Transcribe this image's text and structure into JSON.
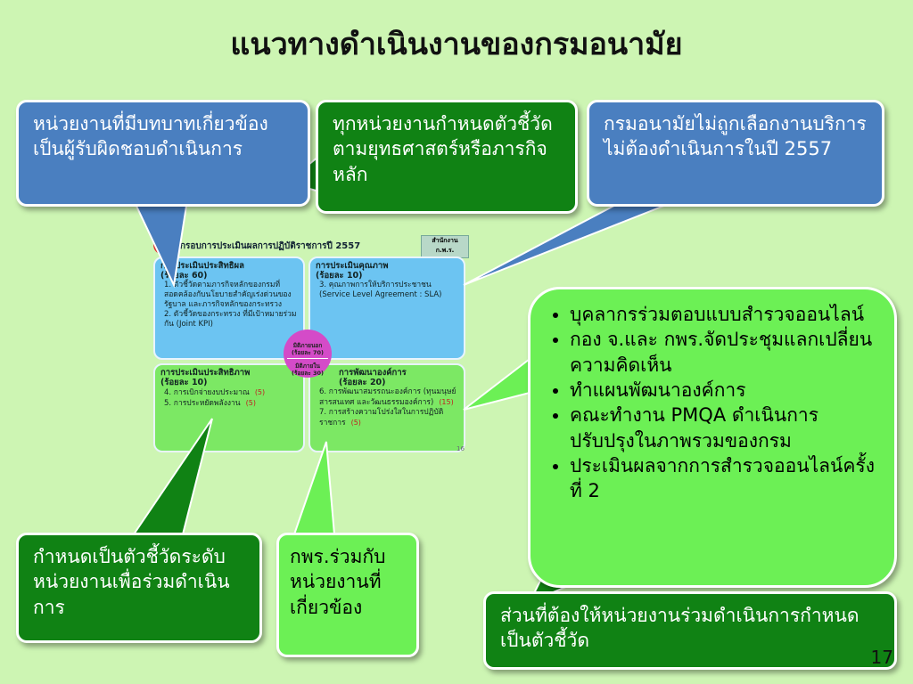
{
  "title": "แนวทางดำเนินงานของกรมอนามัย",
  "callouts": {
    "responsible": "หน่วยงานที่มีบทบาทเกี่ยวข้องเป็นผู้รับผิดชอบดำเนินการ",
    "all_units": "ทุกหน่วยงานกำหนดตัวชี้วัดตามยุทธศาสตร์หรือภารกิจหลัก",
    "not_selected": "กรมอนามัยไม่ถูกเลือกงานบริการ ไม่ต้องดำเนินการในปี 2557",
    "unit_level": "กำหนดเป็นตัวชี้วัดระดับหน่วยงานเพื่อร่วมดำเนินการ",
    "opdc_with": "กพร.ร่วมกับหน่วยงานที่เกี่ยวข้อง",
    "bullets": [
      "บุคลากรร่วมตอบแบบสำรวจออนไลน์",
      "กอง จ.และ กพร.จัดประชุมแลกเปลี่ยนความคิดเห็น",
      "ทำแผนพัฒนาองค์การ",
      "คณะทำงาน PMQA ดำเนินการปรับปรุงในภาพรวมของกรม",
      "ประเมินผลจากการสำรวจออนไลน์ครั้งที่ 2"
    ],
    "participate": "ส่วนที่ต้องให้หน่วยงานร่วมดำเนินการกำหนดเป็นตัวชี้วัด"
  },
  "thumbnail": {
    "badge": "2",
    "header": "กรอบการประเมินผลการปฏิบัติราชการปี 2557",
    "office": "สำนักงาน ก.พ.ร.",
    "effectiveness": {
      "heading": "การประเมินประสิทธิผล",
      "weight": "(ร้อยละ 60)",
      "items": [
        "1. ตัวชี้วัดตามภารกิจหลักของกรมที่สอดคล้องกับนโยบายสำคัญเร่งด่วนของรัฐบาล และภารกิจหลักของกระทรวง",
        "2. ตัวชี้วัดของกระทรวง ที่มีเป้าหมายร่วมกัน (Joint KPI)"
      ]
    },
    "quality": {
      "heading": "การประเมินคุณภาพ",
      "weight": "(ร้อยละ 10)",
      "items": [
        "3. คุณภาพการให้บริการประชาชน (Service Level Agreement : SLA)"
      ]
    },
    "efficiency": {
      "heading": "การประเมินประสิทธิภาพ",
      "weight": "(ร้อยละ 10)",
      "items": [
        {
          "text": "4. การเบิกจ่ายงบประมาณ",
          "weight": "(5)"
        },
        {
          "text": "5. การประหยัดพลังงาน",
          "weight": "(5)"
        }
      ]
    },
    "development": {
      "heading": "การพัฒนาองค์การ",
      "weight": "(ร้อยละ 20)",
      "items": [
        {
          "text": "6. การพัฒนาสมรรถนะองค์การ (ทุนมนุษย์ สารสนเทศ และวัฒนธรรมองค์การ)",
          "weight": "(15)"
        },
        {
          "text": "7. การสร้างความโปร่งใสในการปฏิบัติราชการ",
          "weight": "(5)"
        }
      ]
    },
    "center": {
      "external": "มิติภายนอก",
      "external_weight": "(ร้อยละ 70)",
      "internal": "มิติภายใน",
      "internal_weight": "(ร้อยละ 30)"
    },
    "small_number": "16"
  },
  "page_number": "17"
}
